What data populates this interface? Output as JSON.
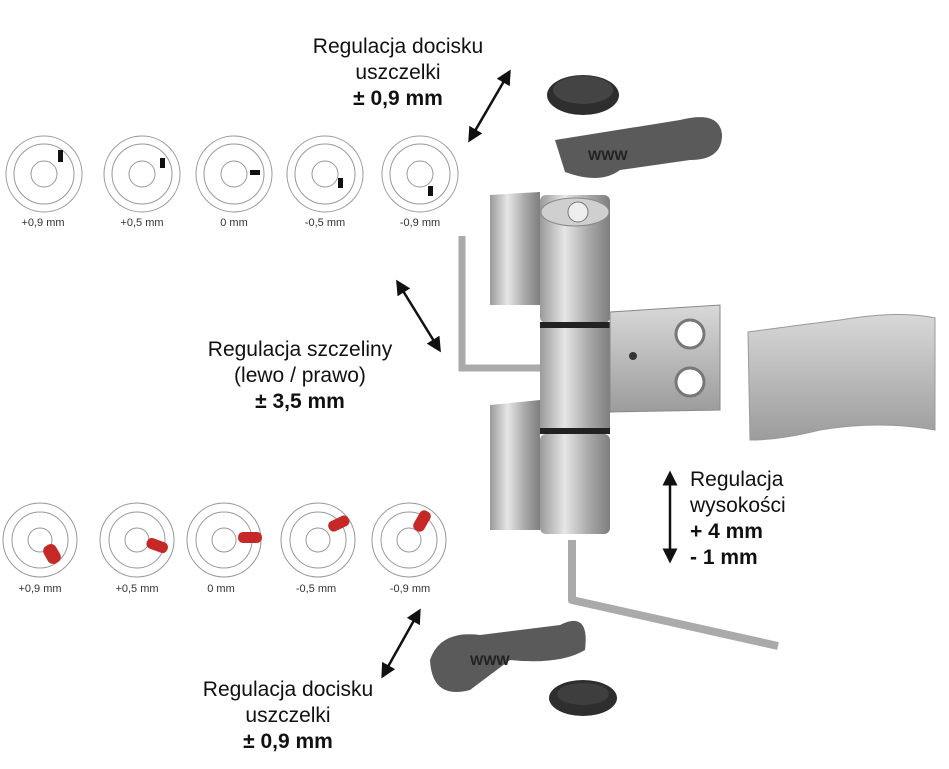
{
  "labels": {
    "seal_top": {
      "line1": "Regulacja docisku",
      "line2": "uszczelki",
      "value": "± 0,9 mm"
    },
    "gap": {
      "line1": "Regulacja szczeliny",
      "line2": "(lewo / prawo)",
      "value": "± 3,5 mm"
    },
    "height": {
      "line1": "Regulacja",
      "line2": "wysokości",
      "value1": "+ 4 mm",
      "value2": "- 1 mm"
    },
    "seal_bottom": {
      "line1": "Regulacja docisku",
      "line2": "uszczelki",
      "value": "± 0,9 mm"
    }
  },
  "dials_top": [
    "+0,9 mm",
    "+0,5 mm",
    "0 mm",
    "-0,5 mm",
    "-0,9 mm"
  ],
  "dials_bottom": [
    "+0,9 mm",
    "+0,5 mm",
    "0 mm",
    "-0,5 mm",
    "-0,9 mm"
  ],
  "colors": {
    "steel": "#b8b8b8",
    "steel_dark": "#8a8a8a",
    "cap_dark": "#555555",
    "marker_red": "#c62828",
    "arrow": "#111111"
  },
  "icons": [
    "double-arrow-icon",
    "hinge-illustration",
    "hex-key-icon",
    "seal-cap-icon"
  ]
}
